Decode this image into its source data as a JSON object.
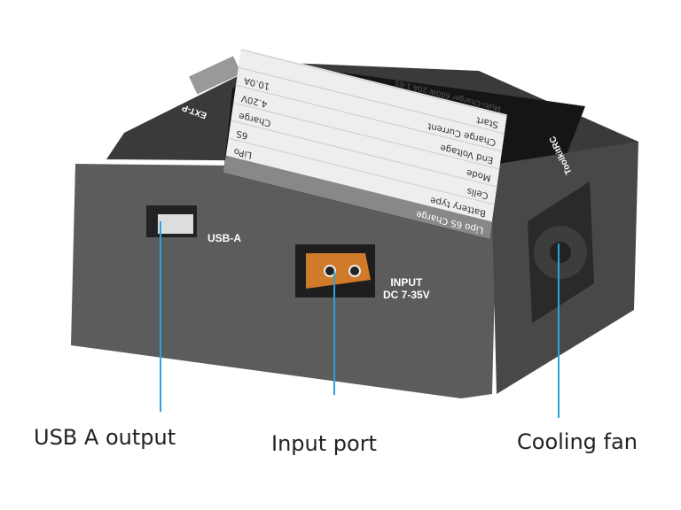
{
  "device": {
    "brand": "ToolkitRC",
    "model_text": "Multi-Charger 600W 20A 1-6S",
    "side_button": "EXT-P",
    "screen": {
      "title": "Lipo 6S Charge",
      "rows": [
        {
          "label": "Battery type",
          "value": "LiPo"
        },
        {
          "label": "Cells",
          "value": "6S"
        },
        {
          "label": "Mode",
          "value": "Charge"
        },
        {
          "label": "End Voltage",
          "value": "4.20V"
        },
        {
          "label": "Charge Current",
          "value": "10.0A"
        },
        {
          "label": "Start",
          "value": ""
        }
      ],
      "row_icon_colors": [
        "#e8743b",
        "#2f7fd6",
        "#f0a030",
        "#e04040",
        "#40b040",
        "#2f7fd6"
      ]
    },
    "port_labels": {
      "usb": "USB-A",
      "input_line1": "INPUT",
      "input_line2": "DC 7-35V"
    }
  },
  "callouts": [
    {
      "text": "USB A output"
    },
    {
      "text": "Input port"
    },
    {
      "text": "Cooling fan"
    }
  ],
  "colors": {
    "callout_line": "#2aa5d8",
    "body": "#5a5a5a",
    "connector": "#d07a2a"
  }
}
